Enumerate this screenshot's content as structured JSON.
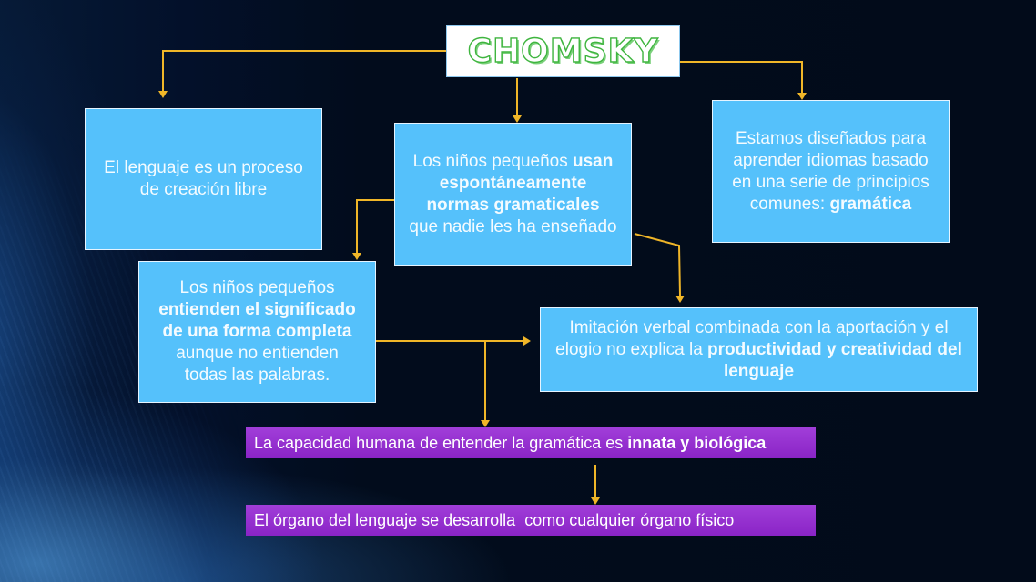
{
  "title": "CHOMSKY",
  "colors": {
    "background": "#020c1c",
    "box_fill": "#55c1fb",
    "box_border": "#e6f4ff",
    "purple_fill": "#9430cf",
    "connector": "#f0b628",
    "title_text": "#3fb53f"
  },
  "nodes": {
    "left": {
      "parts": [
        {
          "text": "El lenguaje es un proceso de creación libre",
          "bold": false
        }
      ]
    },
    "center": {
      "line1_normal": "Los niños pequeños ",
      "line1_bold": "usan",
      "bold_middle": "espontáneamente normas gramaticales",
      "line_end": "que nadie les ha enseñado"
    },
    "right": {
      "normal": "Estamos diseñados para aprender idiomas basado en una serie de principios comunes: ",
      "bold": "gramática"
    },
    "middle_left": {
      "normal_start": "Los niños pequeños",
      "bold": "entienden el significado de una forma completa",
      "normal_end": "aunque no entienden todas las palabras."
    },
    "middle_right": {
      "normal": "Imitación verbal combinada con la aportación y el elogio no explica la ",
      "bold": "productividad y creatividad del lenguaje"
    },
    "innate": {
      "normal": "La capacidad humana de entender la gramática es ",
      "bold": "innata y biológica"
    },
    "organ": {
      "normal": "El órgano del lenguaje se desarrolla  como cualquier órgano físico"
    }
  },
  "connectors": [
    {
      "from": "title",
      "to": "left"
    },
    {
      "from": "title",
      "to": "center"
    },
    {
      "from": "title",
      "to": "right"
    },
    {
      "from": "center",
      "to": "middle_left"
    },
    {
      "from": "center",
      "to": "middle_right"
    },
    {
      "from": "middle_left",
      "to": "middle_right"
    },
    {
      "from": "middle_left",
      "to": "innate"
    },
    {
      "from": "innate",
      "to": "organ"
    }
  ]
}
